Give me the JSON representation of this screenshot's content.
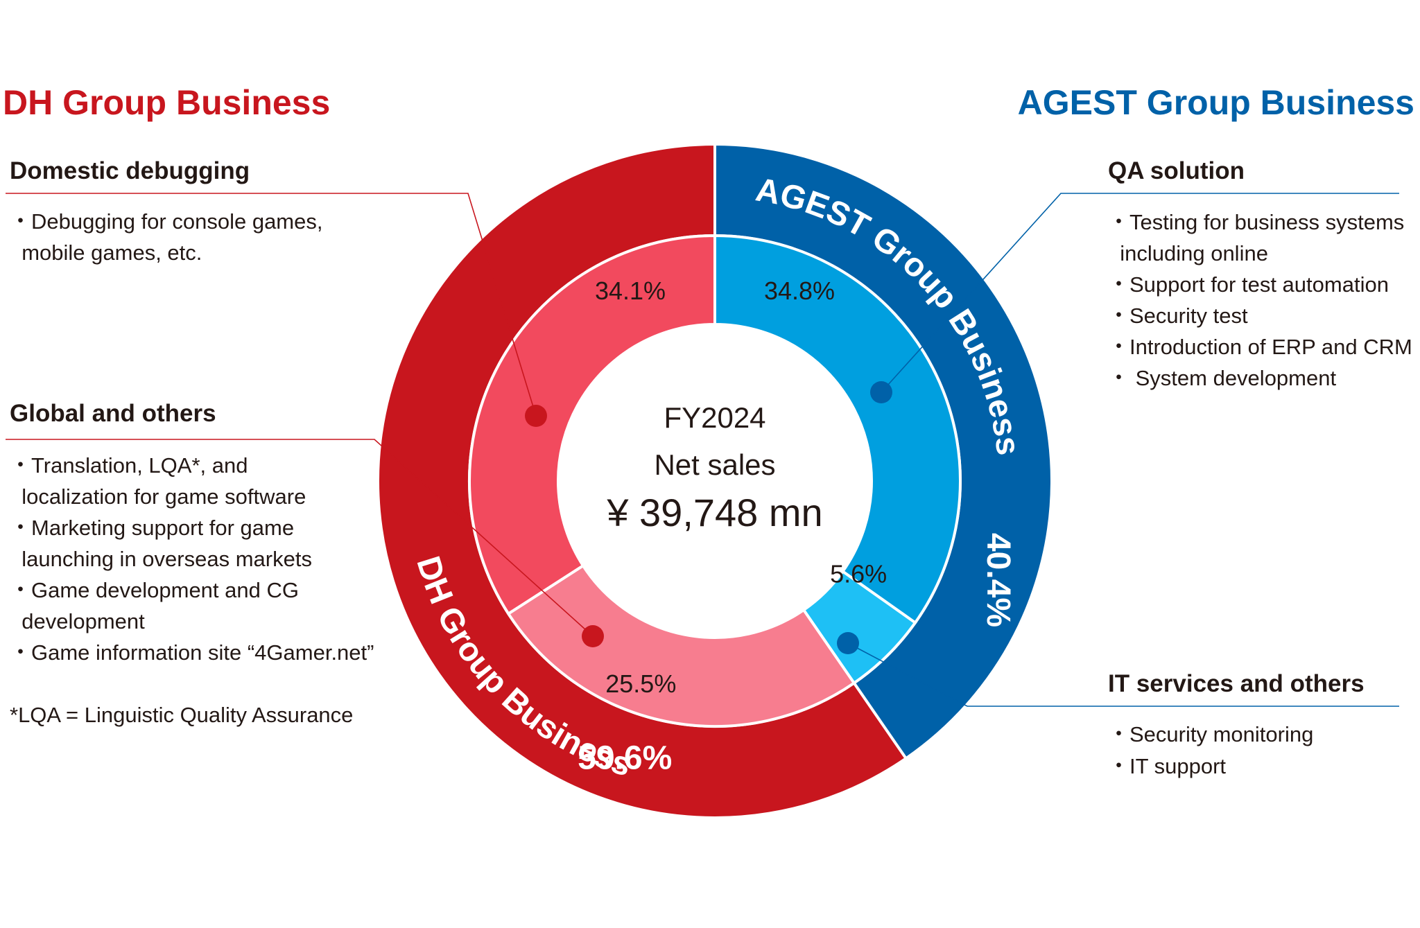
{
  "chart_data": {
    "type": "pie",
    "subtype": "two-level donut",
    "center": {
      "line1": "FY2024",
      "line2": "Net sales",
      "line3": "¥ 39,748 mn"
    },
    "groups": [
      {
        "name": "DH Group Business",
        "ring_label": "DH Group Business",
        "percent_label": "59.6%",
        "value": 59.6,
        "color": "#c8161e",
        "segments": [
          {
            "name": "Domestic debugging",
            "value": 34.1,
            "label": "34.1%",
            "color": "#f24a5e",
            "marker_color": "#c8161e"
          },
          {
            "name": "Global and others",
            "value": 25.5,
            "label": "25.5%",
            "color": "#f77d8f",
            "marker_color": "#c8161e"
          }
        ]
      },
      {
        "name": "AGEST Group Business",
        "ring_label": "AGEST Group Business",
        "percent_label": "40.4%",
        "value": 40.4,
        "color": "#0061a8",
        "segments": [
          {
            "name": "QA solution",
            "value": 34.8,
            "label": "34.8%",
            "color": "#009fdf",
            "marker_color": "#0061a8"
          },
          {
            "name": "IT services and others",
            "value": 5.6,
            "label": "5.6%",
            "color": "#1ec0f5",
            "marker_color": "#0061a8"
          }
        ]
      }
    ]
  },
  "left_header": {
    "title": "DH Group Business",
    "color": "#c8161e"
  },
  "right_header": {
    "title": "AGEST Group Business",
    "color": "#0061a8"
  },
  "panels": {
    "domestic": {
      "title": "Domestic debugging",
      "lines": [
        "・Debugging for console games,",
        "  mobile games, etc."
      ]
    },
    "global": {
      "title": "Global and others",
      "lines": [
        "・Translation, LQA*, and",
        "  localization for game software",
        "・Marketing support for game",
        "  launching in overseas markets",
        "・Game development and CG",
        "  development",
        "・Game information site “4Gamer.net”"
      ],
      "note": "*LQA = Linguistic Quality Assurance"
    },
    "qa": {
      "title": "QA solution",
      "lines": [
        "・Testing for business systems",
        "  including online",
        "・Support for test automation",
        "・Security test",
        "・Introduction of ERP and CRM",
        "・ System development"
      ]
    },
    "it": {
      "title": "IT services and others",
      "lines": [
        "・Security monitoring",
        "・IT support"
      ]
    }
  }
}
